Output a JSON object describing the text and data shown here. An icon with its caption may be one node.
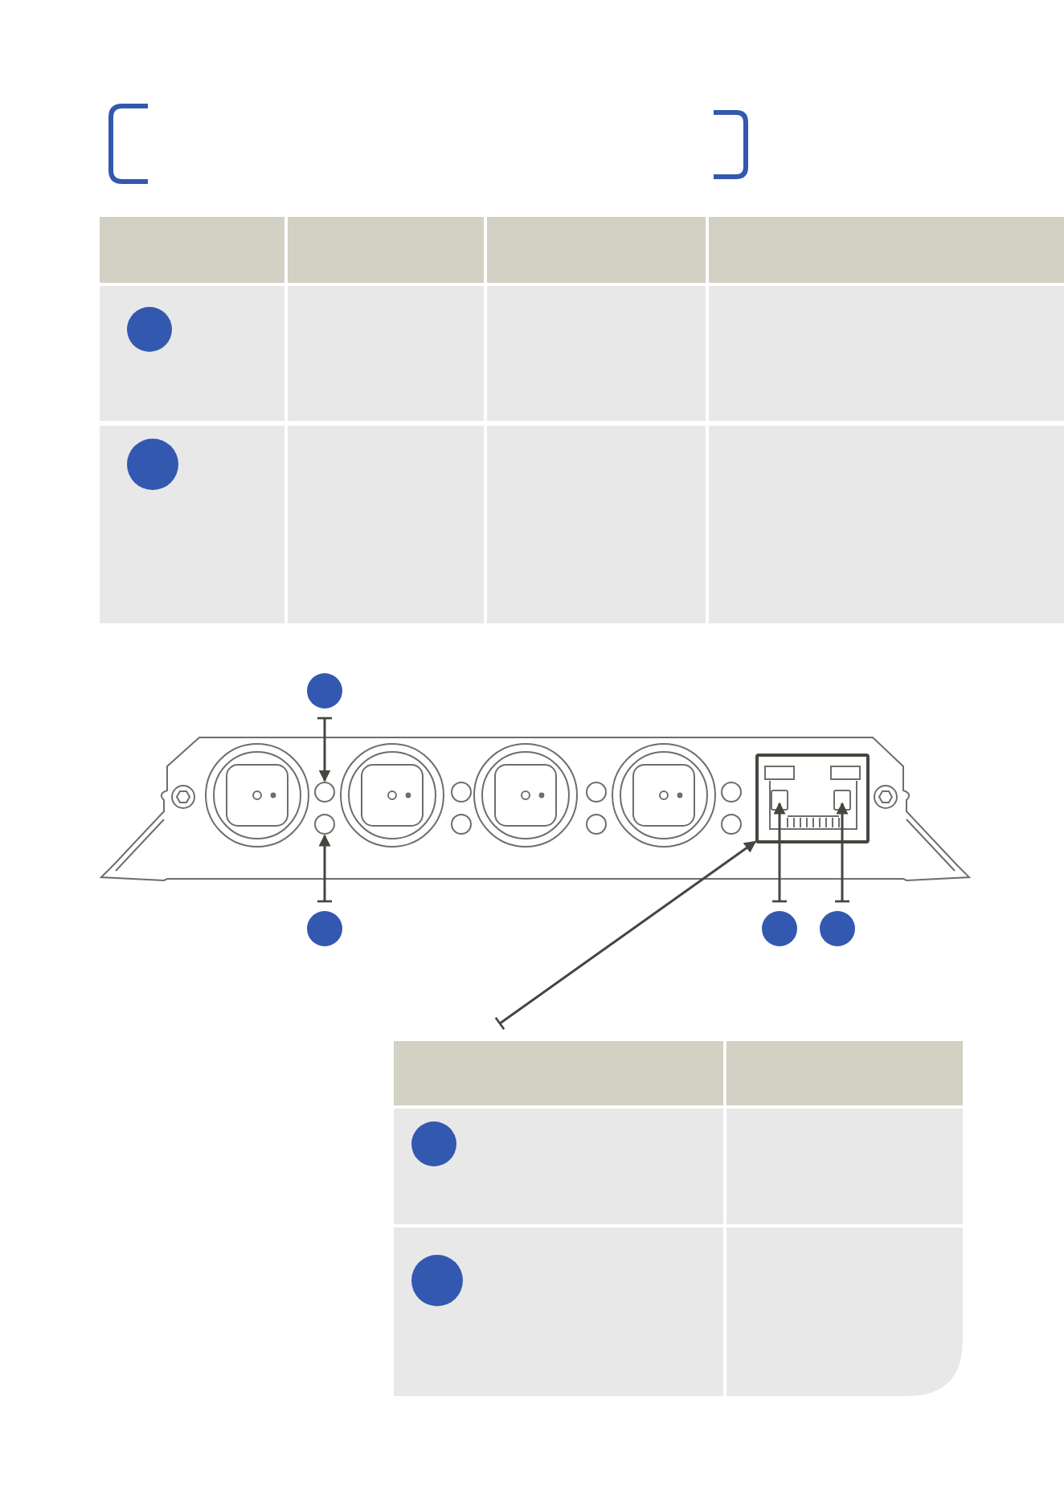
{
  "diagram": {
    "nodes": [
      {
        "text": [],
        "shape": "circle"
      },
      {
        "text": [],
        "shape": "circle"
      },
      {
        "text": [],
        "shape": "circle"
      },
      {
        "text": [],
        "shape": "circle"
      },
      {
        "text": [],
        "shape": "circle"
      },
      {
        "text": [],
        "shape": "circle"
      },
      {
        "text": [],
        "shape": "box"
      },
      {
        "text": [],
        "shape": "box",
        "in": 6
      },
      {
        "text": [],
        "shape": "box",
        "in": 6
      },
      {
        "text": [],
        "shape": "box"
      },
      {
        "text": [],
        "shape": "circle",
        "in": 9
      },
      {
        "text": [],
        "shape": "circle",
        "in": 9
      },
      {
        "text": [],
        "shape": "box"
      },
      {
        "text": [],
        "shape": "circle",
        "in": 12
      },
      {
        "text": [],
        "shape": "circle",
        "in": 12
      }
    ],
    "edges": [
      {
        "from": 0,
        "to": 4,
        "arrow": "to"
      },
      {
        "from": 1,
        "to": 5,
        "arrow": "to"
      },
      {
        "from": 2,
        "to": 7,
        "arrow": "to"
      },
      {
        "from": 3,
        "to": 8,
        "arrow": "to"
      },
      {
        "from": 12,
        "to": 6,
        "arrow": "to"
      }
    ]
  }
}
